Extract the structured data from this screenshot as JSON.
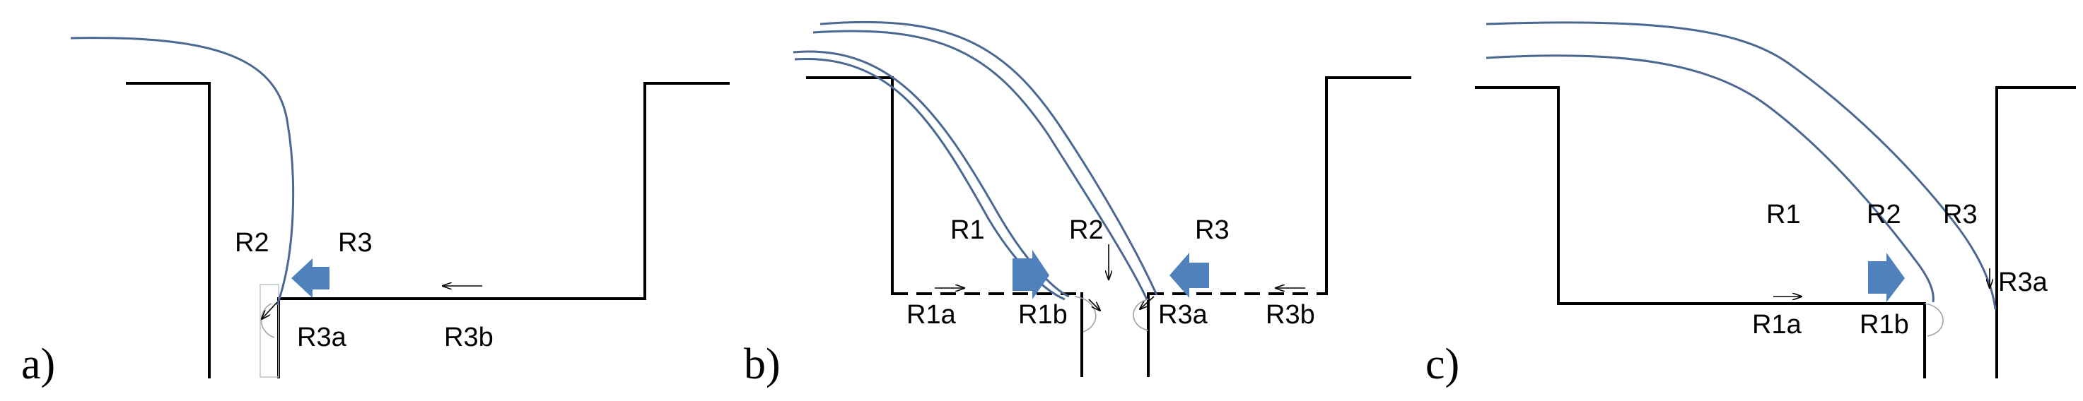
{
  "colors": {
    "stream": "#4a6891",
    "flow_arrow": "#4f81bd",
    "wall": "#000000"
  },
  "panels": [
    {
      "id": "a",
      "label": "a)",
      "regions": {
        "r2": "R2",
        "r3": "R3",
        "r3a": "R3a",
        "r3b": "R3b"
      }
    },
    {
      "id": "b",
      "label": "b)",
      "regions": {
        "r1": "R1",
        "r2": "R2",
        "r3": "R3",
        "r1a": "R1a",
        "r1b": "R1b",
        "r3a": "R3a",
        "r3b": "R3b"
      }
    },
    {
      "id": "c",
      "label": "c)",
      "regions": {
        "r1": "R1",
        "r2": "R2",
        "r3": "R3",
        "r3a": "R3a",
        "r1a": "R1a",
        "r1b": "R1b"
      }
    }
  ]
}
